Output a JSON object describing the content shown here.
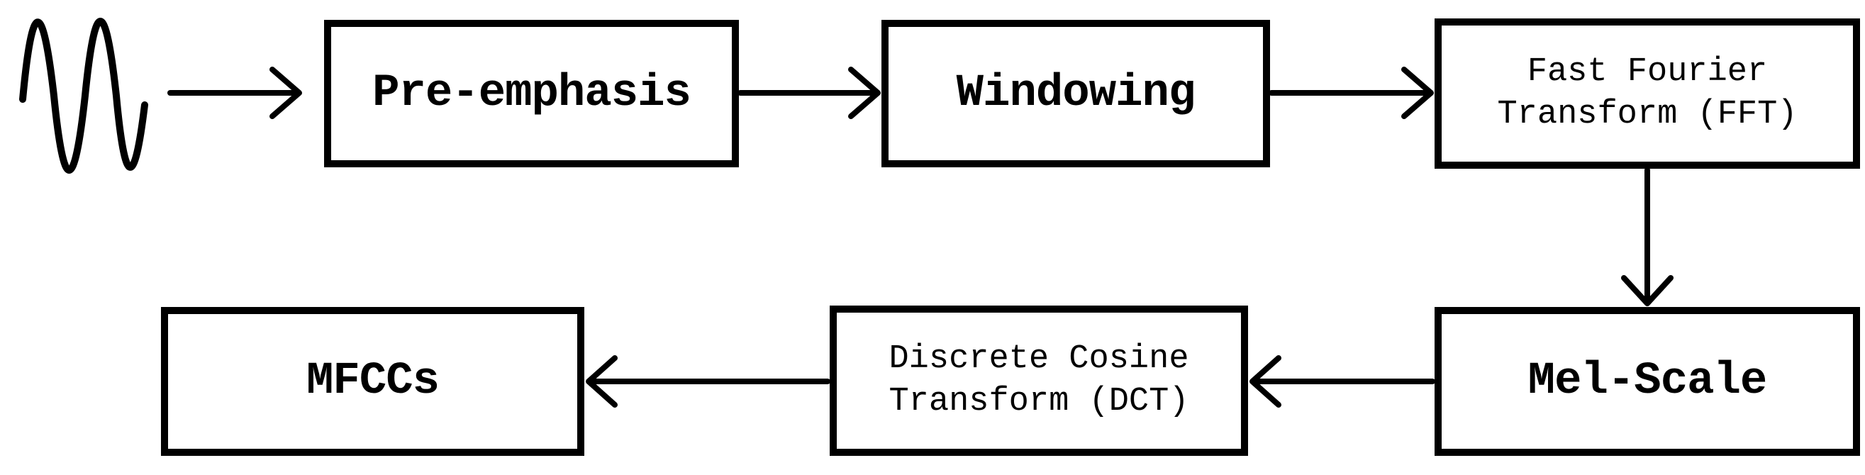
{
  "colors": {
    "ink": "#000000",
    "background": "#ffffff"
  },
  "icons": {
    "input_signal": "sine-wave-icon"
  },
  "nodes": {
    "pre_emphasis": {
      "label": "Pre-emphasis"
    },
    "windowing": {
      "label": "Windowing"
    },
    "fft": {
      "line1": "Fast Fourier",
      "line2": "Transform (FFT)"
    },
    "mel_scale": {
      "label": "Mel-Scale"
    },
    "dct": {
      "line1": "Discrete Cosine",
      "line2": "Transform (DCT)"
    },
    "mfccs": {
      "label": "MFCCs"
    }
  },
  "edges": [
    {
      "from": "input-signal",
      "to": "Pre-emphasis"
    },
    {
      "from": "Pre-emphasis",
      "to": "Windowing"
    },
    {
      "from": "Windowing",
      "to": "Fast Fourier Transform (FFT)"
    },
    {
      "from": "Fast Fourier Transform (FFT)",
      "to": "Mel-Scale"
    },
    {
      "from": "Mel-Scale",
      "to": "Discrete Cosine Transform (DCT)"
    },
    {
      "from": "Discrete Cosine Transform (DCT)",
      "to": "MFCCs"
    }
  ]
}
